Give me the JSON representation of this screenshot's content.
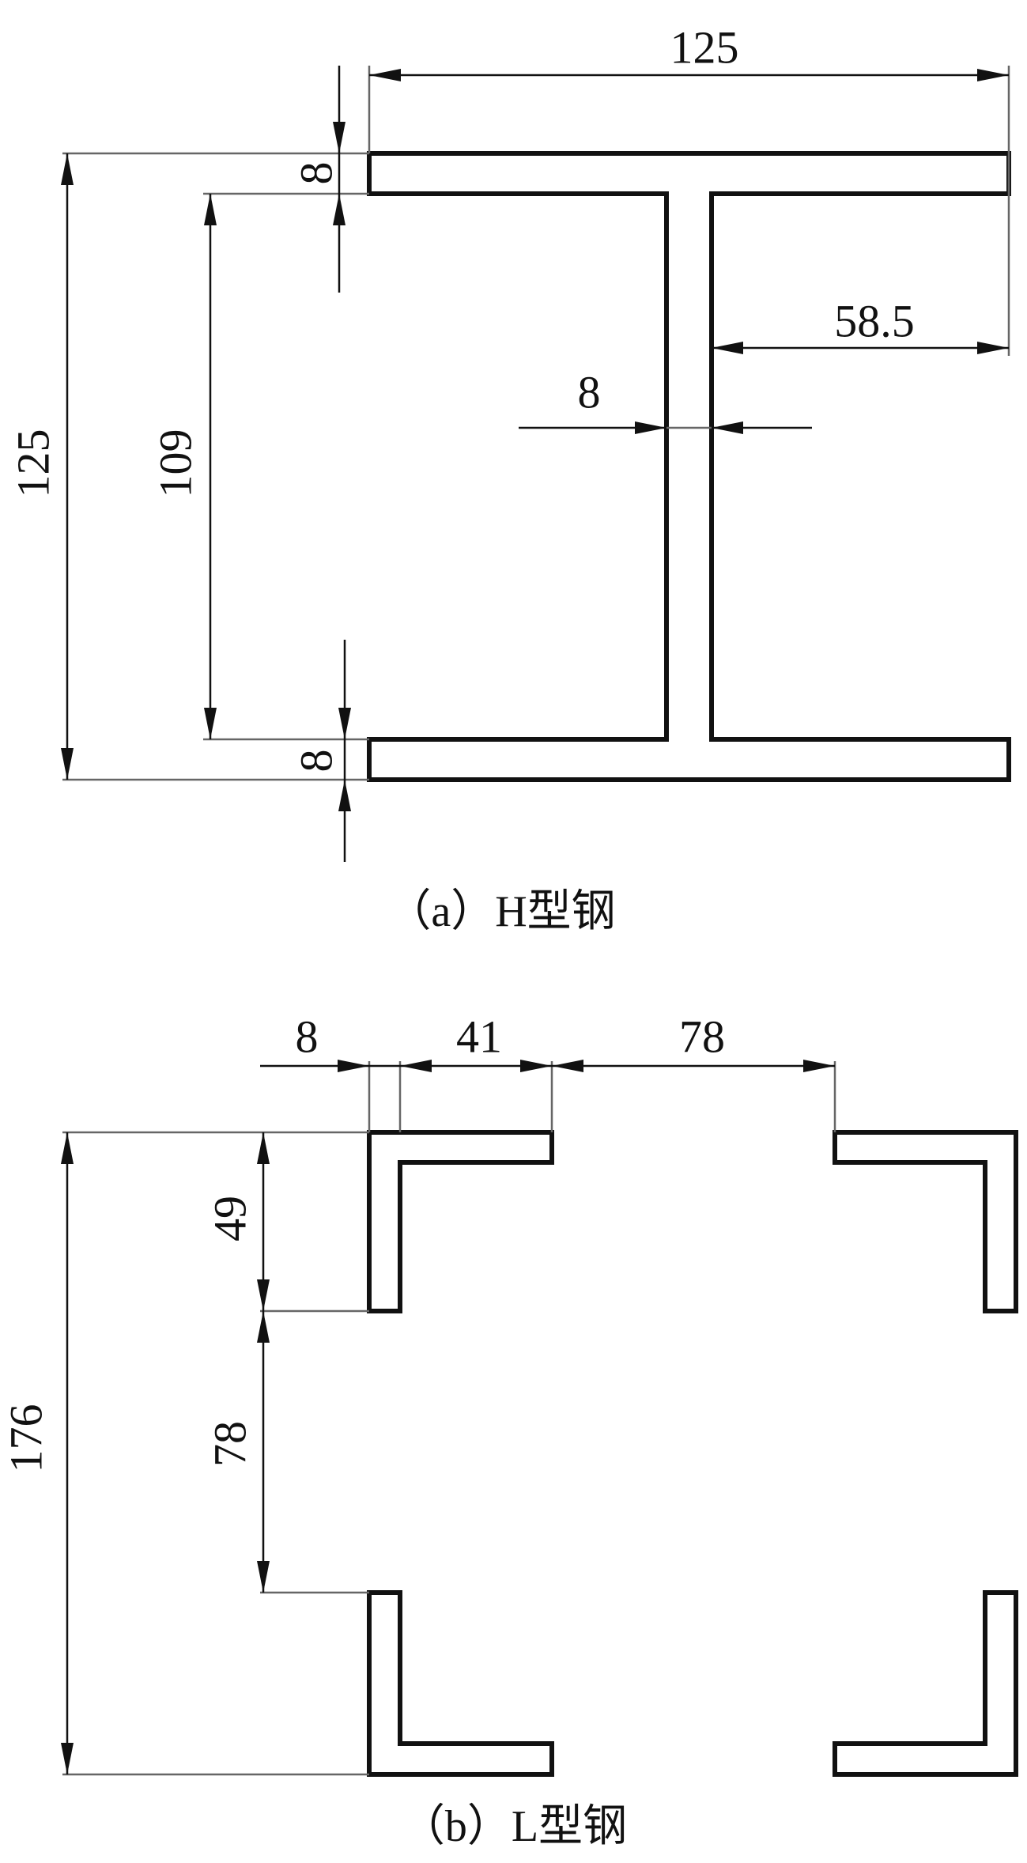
{
  "figure_a": {
    "caption": "（a）H型钢",
    "dims": {
      "flange_width": "125",
      "half_flange": "58.5",
      "web_thickness": "8",
      "total_height": "125",
      "web_height": "109",
      "top_flange_thickness": "8",
      "bottom_flange_thickness": "8"
    }
  },
  "figure_b": {
    "caption": "（b）L型钢",
    "dims": {
      "leg_thickness": "8",
      "leg_remainder": "41",
      "horizontal_gap": "78",
      "total_height": "176",
      "leg_length": "49",
      "vertical_gap": "78"
    }
  }
}
